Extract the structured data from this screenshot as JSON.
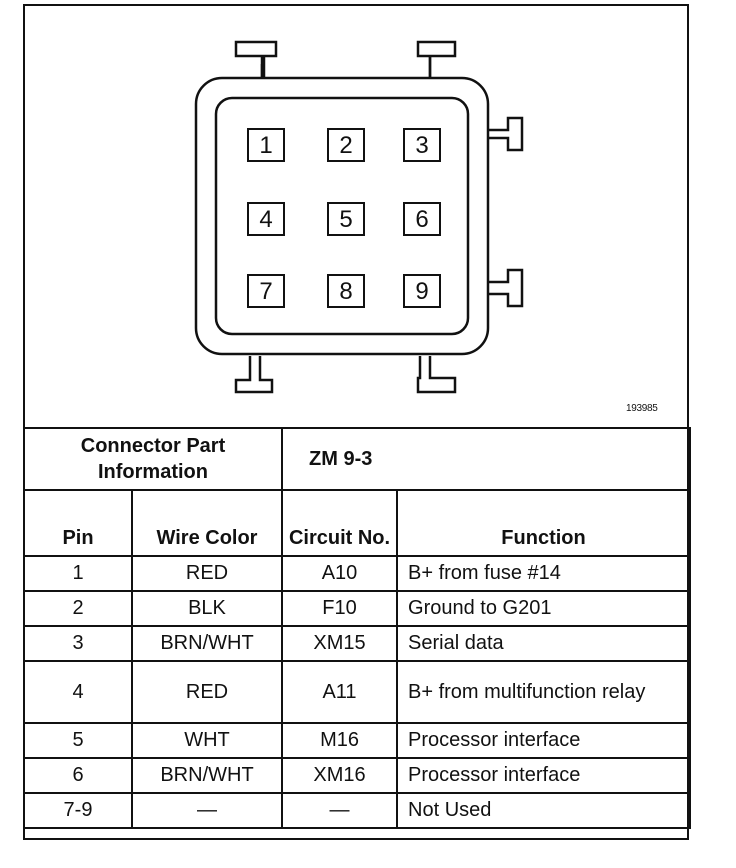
{
  "connector": {
    "pins": [
      "1",
      "2",
      "3",
      "4",
      "5",
      "6",
      "7",
      "8",
      "9"
    ],
    "figure_id": "193985"
  },
  "table": {
    "part_info_label": "Connector Part Information",
    "part_info_value": "ZM 9-3",
    "headers": {
      "pin": "Pin",
      "wire_color": "Wire Color",
      "circuit_no": "Circuit No.",
      "function": "Function"
    },
    "rows": [
      {
        "pin": "1",
        "wire_color": "RED",
        "circuit": "A10",
        "function": "B+ from fuse #14"
      },
      {
        "pin": "2",
        "wire_color": "BLK",
        "circuit": "F10",
        "function": "Ground to G201"
      },
      {
        "pin": "3",
        "wire_color": "BRN/WHT",
        "circuit": "XM15",
        "function": "Serial data"
      },
      {
        "pin": "4",
        "wire_color": "RED",
        "circuit": "A11",
        "function": "B+ from multifunction relay"
      },
      {
        "pin": "5",
        "wire_color": "WHT",
        "circuit": "M16",
        "function": "Processor interface"
      },
      {
        "pin": "6",
        "wire_color": "BRN/WHT",
        "circuit": "XM16",
        "function": "Processor interface"
      },
      {
        "pin": "7-9",
        "wire_color": "—",
        "circuit": "—",
        "function": "Not Used"
      }
    ]
  }
}
